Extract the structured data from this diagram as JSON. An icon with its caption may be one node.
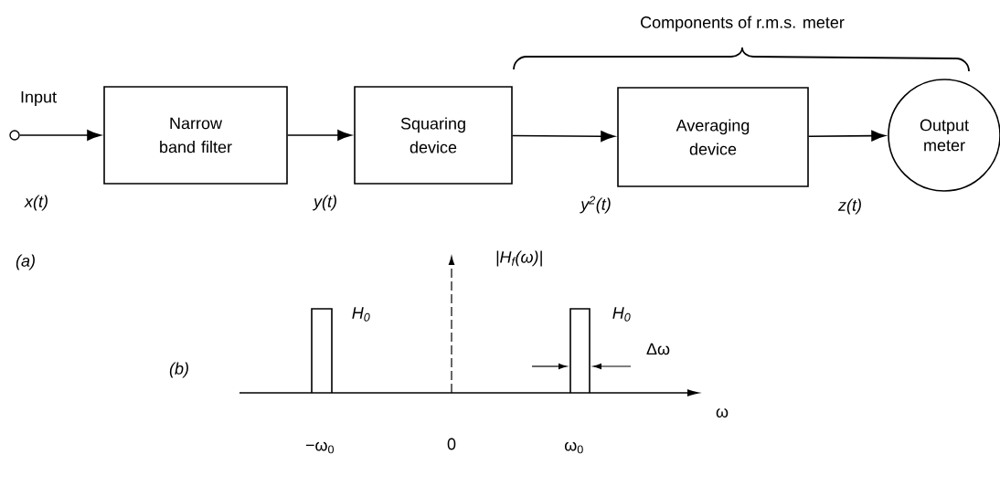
{
  "diagram": {
    "nodes": [
      {
        "text": [],
        "shape": "circle",
        "beside": [
          "Input"
        ]
      },
      {
        "text": [
          "Narrow band filter"
        ]
      },
      {
        "text": [
          "Squaring device"
        ]
      },
      {
        "text": [
          "Averaging device"
        ]
      },
      {
        "text": [
          "Output meter"
        ]
      }
    ],
    "edges": [
      {
        "from": 0,
        "to": 1,
        "arrow": "to"
      },
      {
        "from": 1,
        "to": 2,
        "arrow": "to"
      },
      {
        "from": 2,
        "to": 3,
        "arrow": "to"
      },
      {
        "from": 3,
        "to": 4,
        "arrow": "to"
      }
    ],
    "labels": [
      "Components of r.m.s. meter",
      "x(t)",
      "y(t)",
      "y$^{2}$(t)",
      "z(t)",
      "(a)",
      "|H$_{f}$(ω)|",
      "H$_{0}$",
      "H$_{0}$",
      "Δω",
      "(b)",
      "−ω$_{0}$",
      "0",
      "ω$_{0}$",
      "ω"
    ]
  }
}
